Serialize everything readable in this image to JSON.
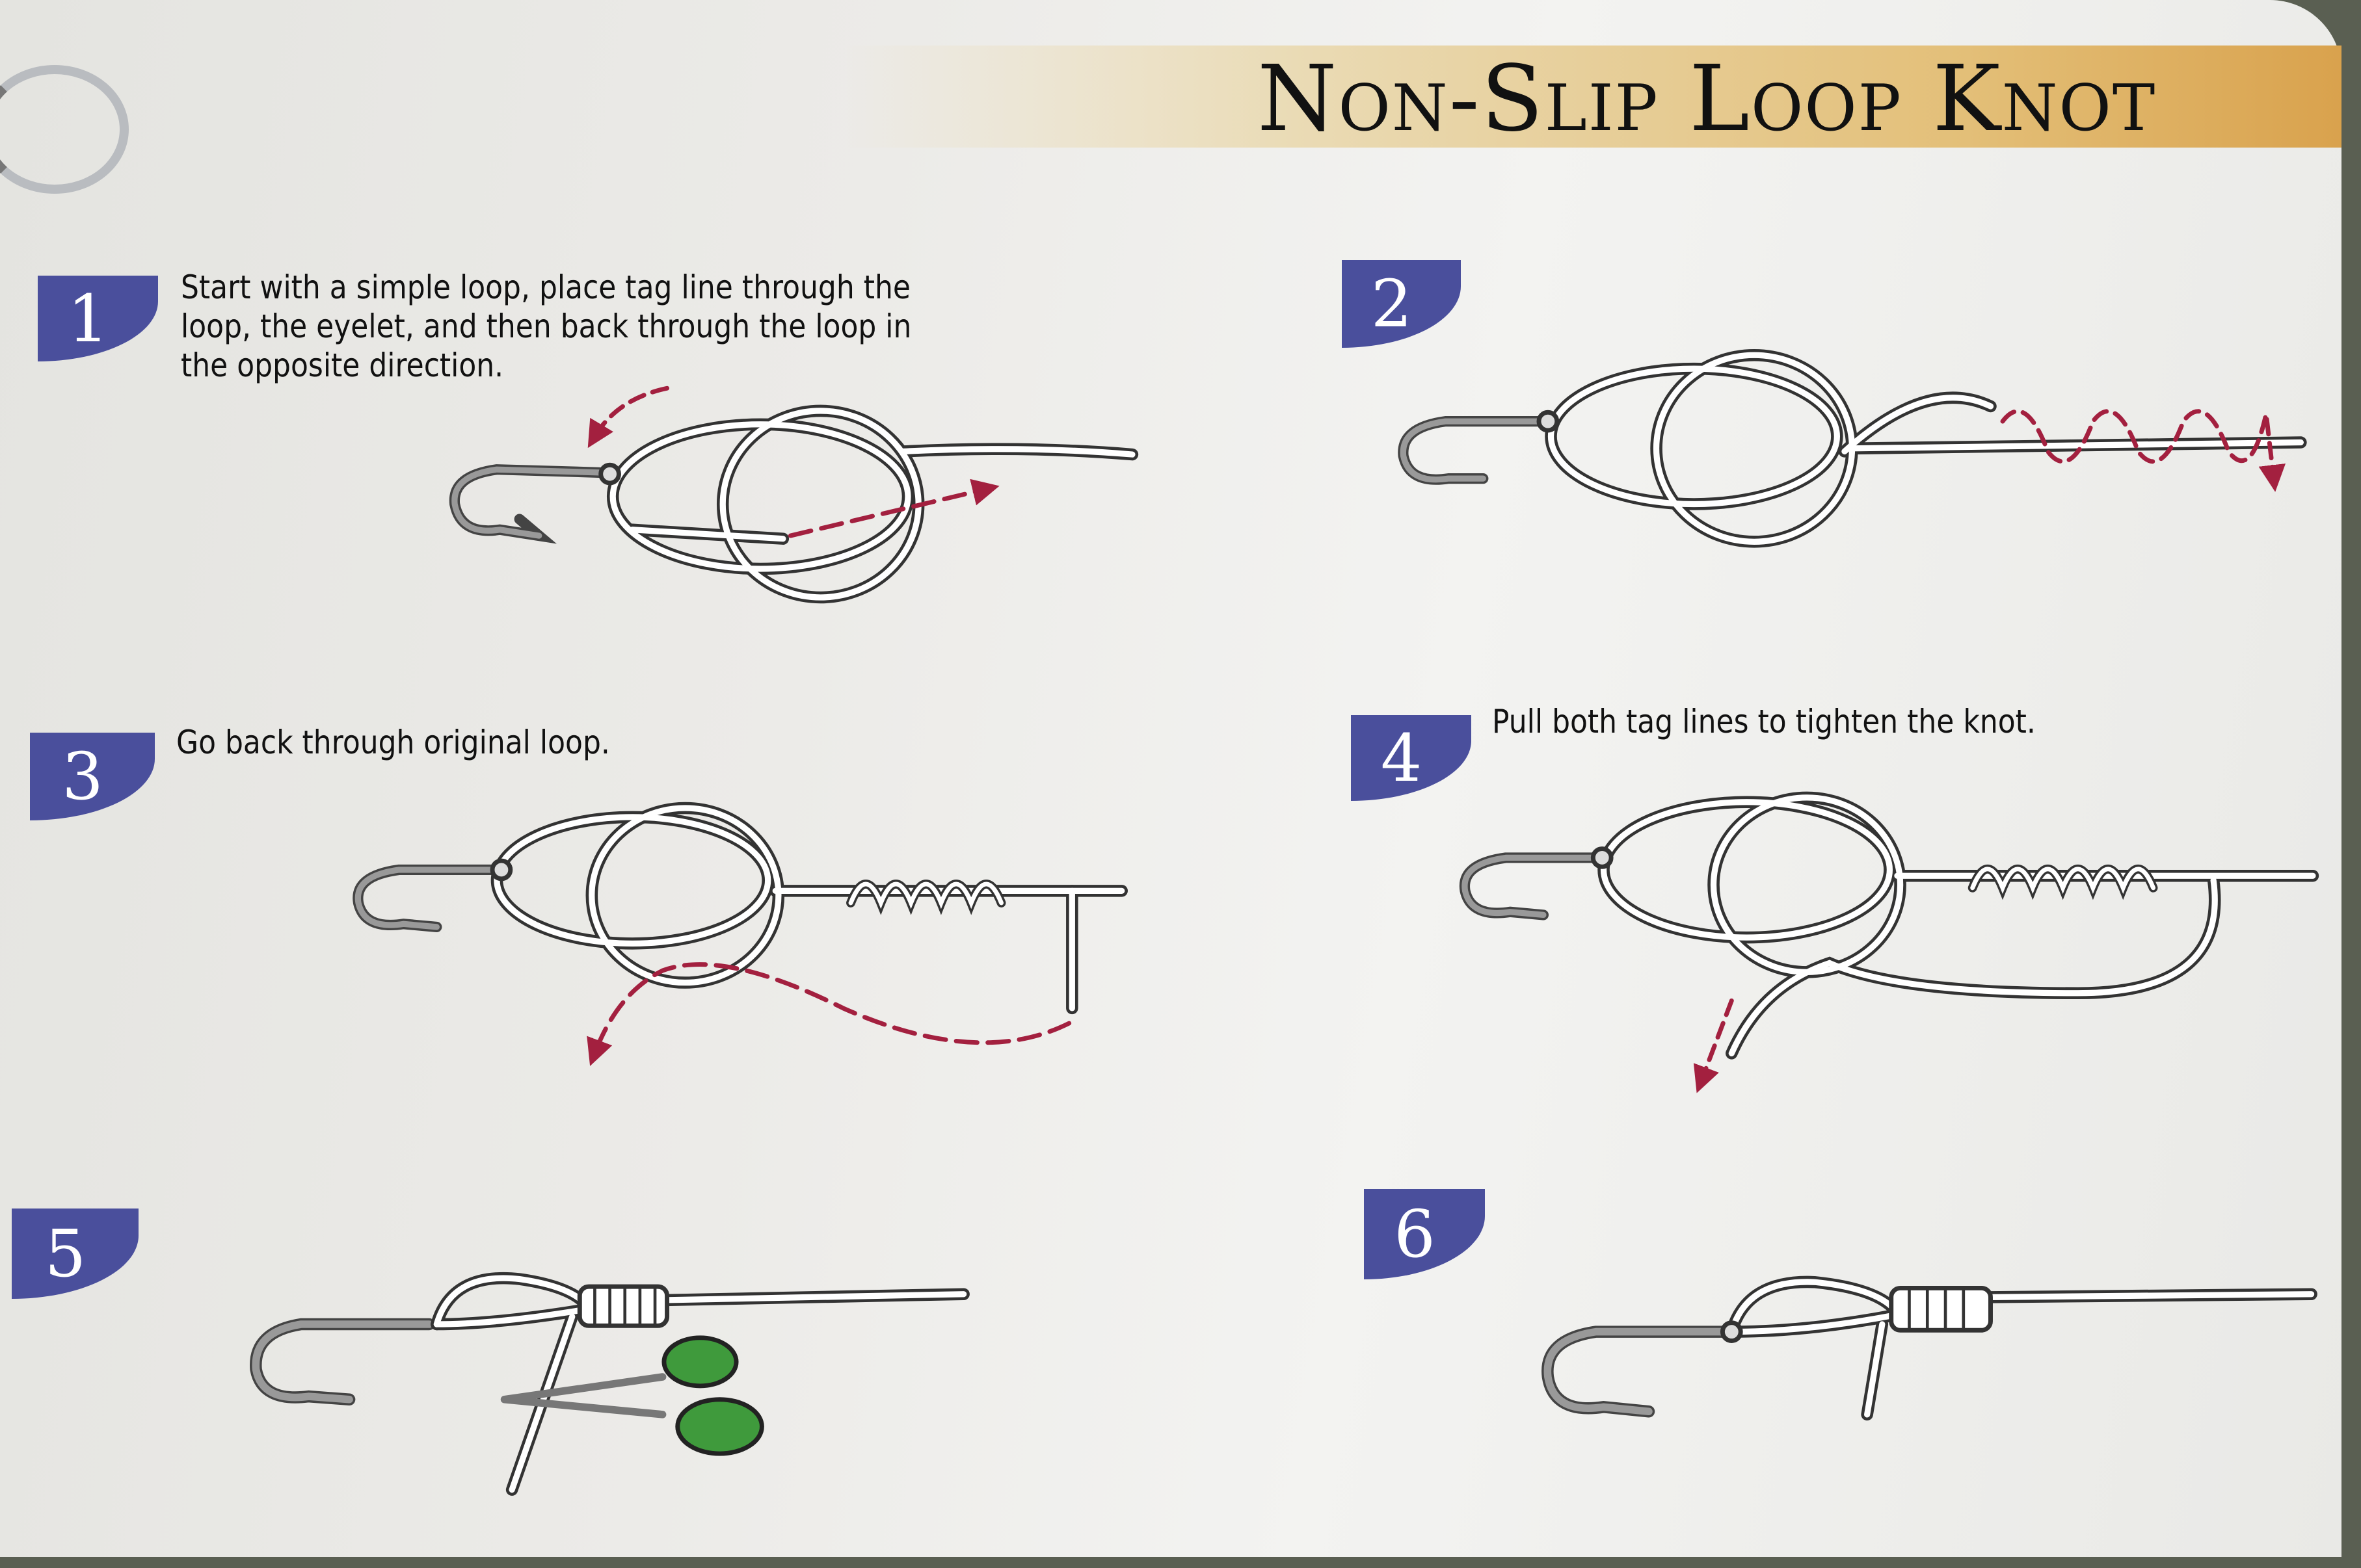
{
  "title": "Non-Slip Loop Knot",
  "colors": {
    "badge": "#4a4f9c",
    "band": "#d9a24d",
    "arrow": "#a3203f",
    "scissors": "#3f9a3c"
  },
  "steps": [
    {
      "number": "1",
      "text": [
        "Start with a simple loop, place tag line through the",
        "loop, the eyelet, and then back through the loop in",
        "the opposite direction."
      ]
    },
    {
      "number": "2"
    },
    {
      "number": "3",
      "text": [
        "Go back through original loop."
      ]
    },
    {
      "number": "4",
      "text": [
        "Pull both tag lines to tighten the knot."
      ]
    },
    {
      "number": "5"
    },
    {
      "number": "6"
    }
  ]
}
